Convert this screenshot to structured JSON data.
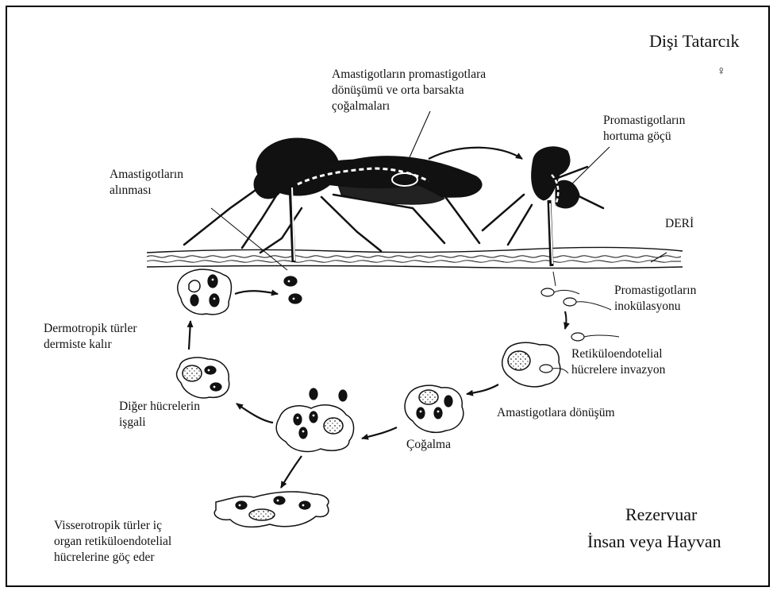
{
  "labels": {
    "female_sandfly": "Dişi Tatarcık",
    "female_symbol": "♀",
    "transformation_midgut": "Amastigotların promastigotlara\ndönüşümü ve orta barsakta\nçoğalmaları",
    "migration_proboscis": "Promastigotların\nhortuma göçü",
    "uptake_amastigotes": "Amastigotların\nalınması",
    "skin": "DERİ",
    "inoculation": "Promastigotların\ninokülasyonu",
    "invasion_re_cells": "Retiküloendotelial\nhücrelere invazyon",
    "dermotropic": "Dermotropik türler\ndermiste kalır",
    "invasion_other_cells": "Diğer hücrelerin\nişgali",
    "transform_amastigotes": "Amastigotlara dönüşüm",
    "multiplication": "Çoğalma",
    "viscerotropic": "Visserotropik türler iç\norgan retiküloendotelial\nhücrelerine göç eder",
    "reservoir_line1": "Rezervuar",
    "reservoir_line2": "İnsan veya Hayvan"
  },
  "colors": {
    "ink": "#111111",
    "border": "#000000",
    "background": "#ffffff"
  }
}
